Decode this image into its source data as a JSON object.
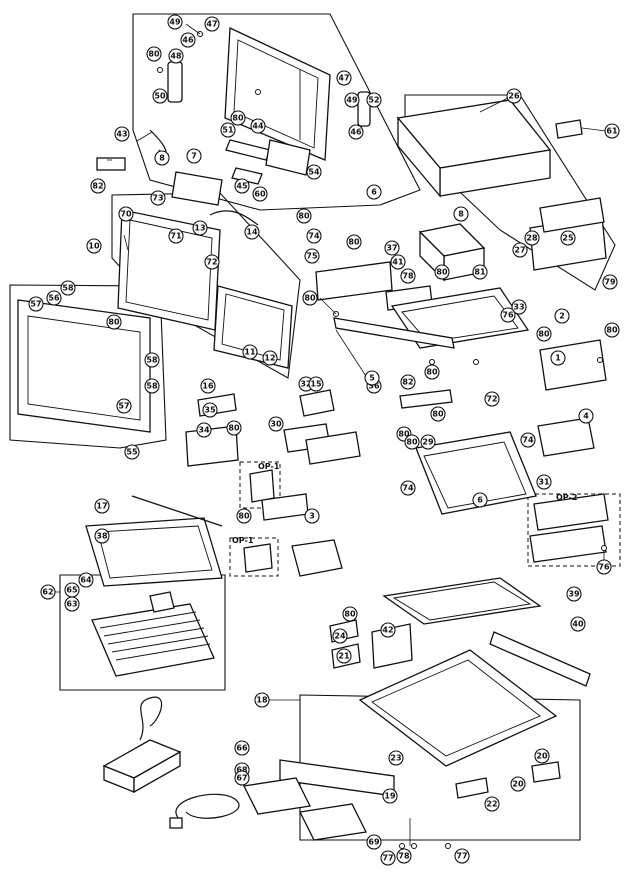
{
  "diagram": {
    "callouts": [
      {
        "label": "49"
      },
      {
        "label": "47"
      },
      {
        "label": "46"
      },
      {
        "label": "80"
      },
      {
        "label": "48"
      },
      {
        "label": "47"
      },
      {
        "label": "50"
      },
      {
        "label": "49"
      },
      {
        "label": "52"
      },
      {
        "label": "43"
      },
      {
        "label": "46"
      },
      {
        "label": "80"
      },
      {
        "label": "44"
      },
      {
        "label": "51"
      },
      {
        "label": "8"
      },
      {
        "label": "45"
      },
      {
        "label": "82"
      },
      {
        "label": "54"
      },
      {
        "label": "7"
      },
      {
        "label": "73"
      },
      {
        "label": "60"
      },
      {
        "label": "6"
      },
      {
        "label": "70"
      },
      {
        "label": "13"
      },
      {
        "label": "14"
      },
      {
        "label": "10"
      },
      {
        "label": "71"
      },
      {
        "label": "72"
      },
      {
        "label": "11"
      },
      {
        "label": "12"
      },
      {
        "label": "57"
      },
      {
        "label": "58"
      },
      {
        "label": "80"
      },
      {
        "label": "56"
      },
      {
        "label": "58"
      },
      {
        "label": "57"
      },
      {
        "label": "58"
      },
      {
        "label": "55"
      },
      {
        "label": "26"
      },
      {
        "label": "61"
      },
      {
        "label": "25"
      },
      {
        "label": "27"
      },
      {
        "label": "28"
      },
      {
        "label": "79"
      },
      {
        "label": "80"
      },
      {
        "label": "74"
      },
      {
        "label": "75"
      },
      {
        "label": "80"
      },
      {
        "label": "37"
      },
      {
        "label": "41"
      },
      {
        "label": "78"
      },
      {
        "label": "8"
      },
      {
        "label": "80"
      },
      {
        "label": "81"
      },
      {
        "label": "80"
      },
      {
        "label": "33"
      },
      {
        "label": "76"
      },
      {
        "label": "2"
      },
      {
        "label": "80"
      },
      {
        "label": "80"
      },
      {
        "label": "36"
      },
      {
        "label": "80"
      },
      {
        "label": "82"
      },
      {
        "label": "72"
      },
      {
        "label": "1"
      },
      {
        "label": "80"
      },
      {
        "label": "32"
      },
      {
        "label": "16"
      },
      {
        "label": "35"
      },
      {
        "label": "15"
      },
      {
        "label": "5"
      },
      {
        "label": "80"
      },
      {
        "label": "34"
      },
      {
        "label": "80"
      },
      {
        "label": "30"
      },
      {
        "label": "80"
      },
      {
        "label": "4"
      },
      {
        "label": "29"
      },
      {
        "label": "74"
      },
      {
        "label": "31"
      },
      {
        "label": "74"
      },
      {
        "label": "6"
      },
      {
        "label": "17"
      },
      {
        "label": "38"
      },
      {
        "label": "80"
      },
      {
        "label": "3"
      },
      {
        "label": "64"
      },
      {
        "label": "65"
      },
      {
        "label": "62"
      },
      {
        "label": "63"
      },
      {
        "label": "76"
      },
      {
        "label": "39"
      },
      {
        "label": "80"
      },
      {
        "label": "24"
      },
      {
        "label": "21"
      },
      {
        "label": "42"
      },
      {
        "label": "40"
      },
      {
        "label": "18"
      },
      {
        "label": "66"
      },
      {
        "label": "68"
      },
      {
        "label": "67"
      },
      {
        "label": "20"
      },
      {
        "label": "23"
      },
      {
        "label": "20"
      },
      {
        "label": "19"
      },
      {
        "label": "22"
      },
      {
        "label": "69"
      },
      {
        "label": "77"
      },
      {
        "label": "78"
      },
      {
        "label": "77"
      }
    ],
    "box_labels": [
      {
        "text": "OP-1"
      },
      {
        "text": "OP-1"
      },
      {
        "text": "OP-2"
      }
    ]
  }
}
